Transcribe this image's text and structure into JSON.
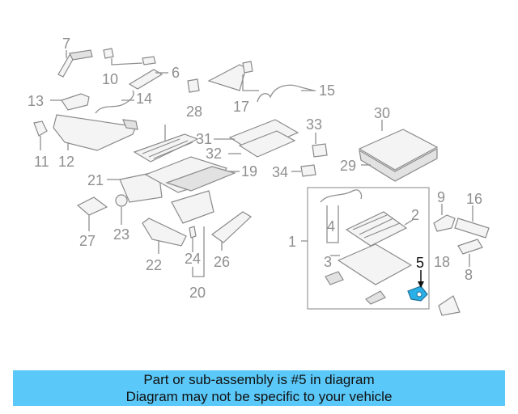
{
  "diagram": {
    "callouts": {
      "c1": "1",
      "c2": "2",
      "c3": "3",
      "c4": "4",
      "c5": "5",
      "c6": "6",
      "c7": "7",
      "c8": "8",
      "c9": "9",
      "c10": "10",
      "c11": "11",
      "c12": "12",
      "c13": "13",
      "c14": "14",
      "c15": "15",
      "c16": "16",
      "c17": "17",
      "c18": "18",
      "c19": "19",
      "c20": "20",
      "c21": "21",
      "c22": "22",
      "c23": "23",
      "c24": "24",
      "c26": "26",
      "c27": "27",
      "c28": "28",
      "c29": "29",
      "c30": "30",
      "c31": "31",
      "c32": "32",
      "c33": "33",
      "c34": "34"
    },
    "highlight_part": "5",
    "highlight_color": "#2ab0e8"
  },
  "banner": {
    "line1": "Part or sub-assembly is #5 in diagram",
    "line2": "Diagram may not be specific to your vehicle",
    "background": "#5ac8f8"
  }
}
